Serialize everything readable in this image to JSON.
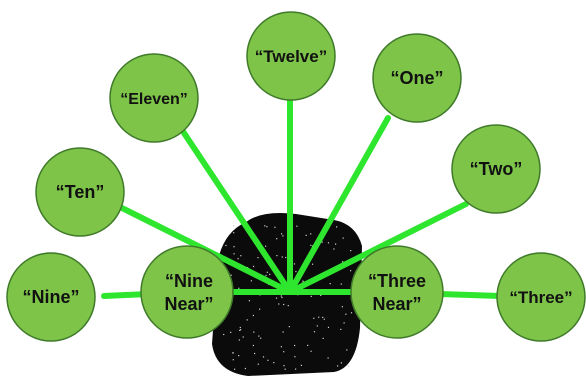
{
  "colors": {
    "node_fill": "#7ec449",
    "node_stroke": "#3f7a2a",
    "spoke": "#2ee62e",
    "object_fill": "#0b0b0b",
    "object_speckle": "#cfcfcf"
  },
  "nodes": {
    "twelve": "“Twelve”",
    "one": "“One”",
    "eleven": "“Eleven”",
    "two": "“Two”",
    "ten": "“Ten”",
    "nine": "“Nine”",
    "nine_near_line1": "“Nine",
    "nine_near_line2": "Near”",
    "three_near_line1": "“Three",
    "three_near_line2": "Near”",
    "three": "“Three”"
  }
}
